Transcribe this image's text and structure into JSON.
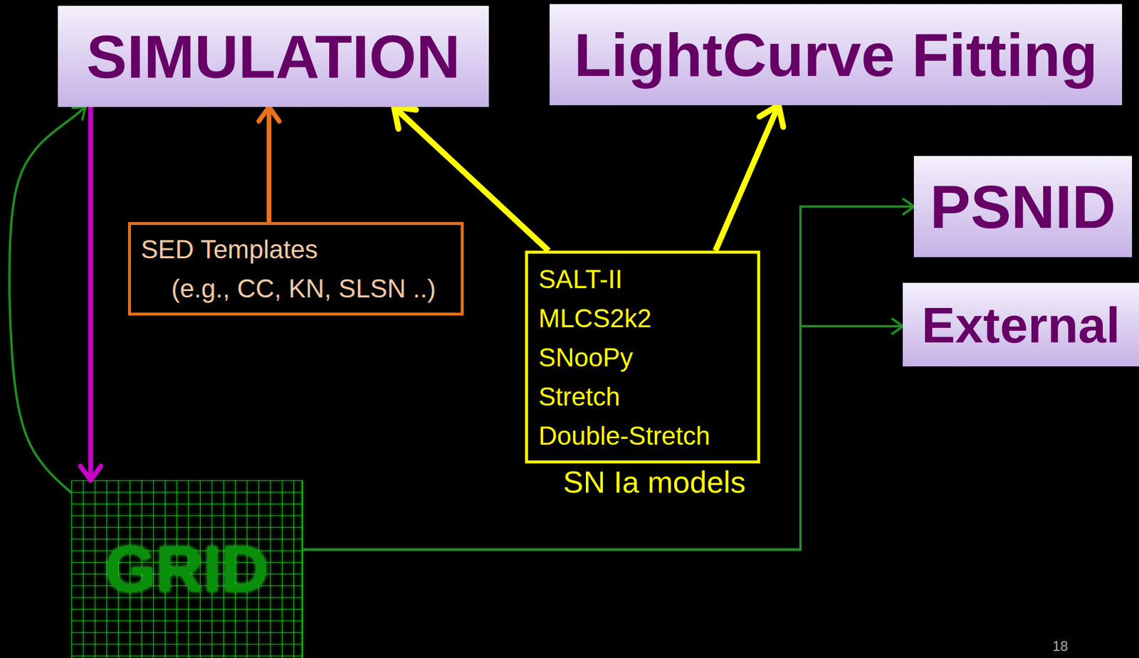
{
  "diagram": {
    "nodes": [
      {
        "text": [
          "SIMULATION"
        ]
      },
      {
        "text": [
          "LightCurve Fitting"
        ]
      },
      {
        "text": [
          "PSNID"
        ]
      },
      {
        "text": [
          "SED Templates",
          "(e.g., CC, KN, SLSN ..)"
        ]
      },
      {
        "text": [
          "SALT-II",
          "MLCS2k2",
          "SNooPy",
          "Stretch",
          "Double-Stretch",
          "SN Ia models"
        ]
      },
      {
        "text": [
          "External"
        ]
      },
      {
        "text": [
          "GRID"
        ]
      }
    ],
    "edges": [
      {
        "from": 3,
        "to": 0,
        "arrow": "to"
      },
      {
        "from": 4,
        "to": 0,
        "arrow": "to"
      },
      {
        "from": 4,
        "to": 1,
        "arrow": "to"
      },
      {
        "from": 0,
        "to": 6,
        "arrow": "to"
      },
      {
        "from": 6,
        "to": 0,
        "arrow": "to"
      },
      {
        "from": 6,
        "to": 2,
        "arrow": "to"
      },
      {
        "from": 6,
        "to": 5,
        "arrow": "to"
      }
    ],
    "labels": [
      "18"
    ]
  }
}
